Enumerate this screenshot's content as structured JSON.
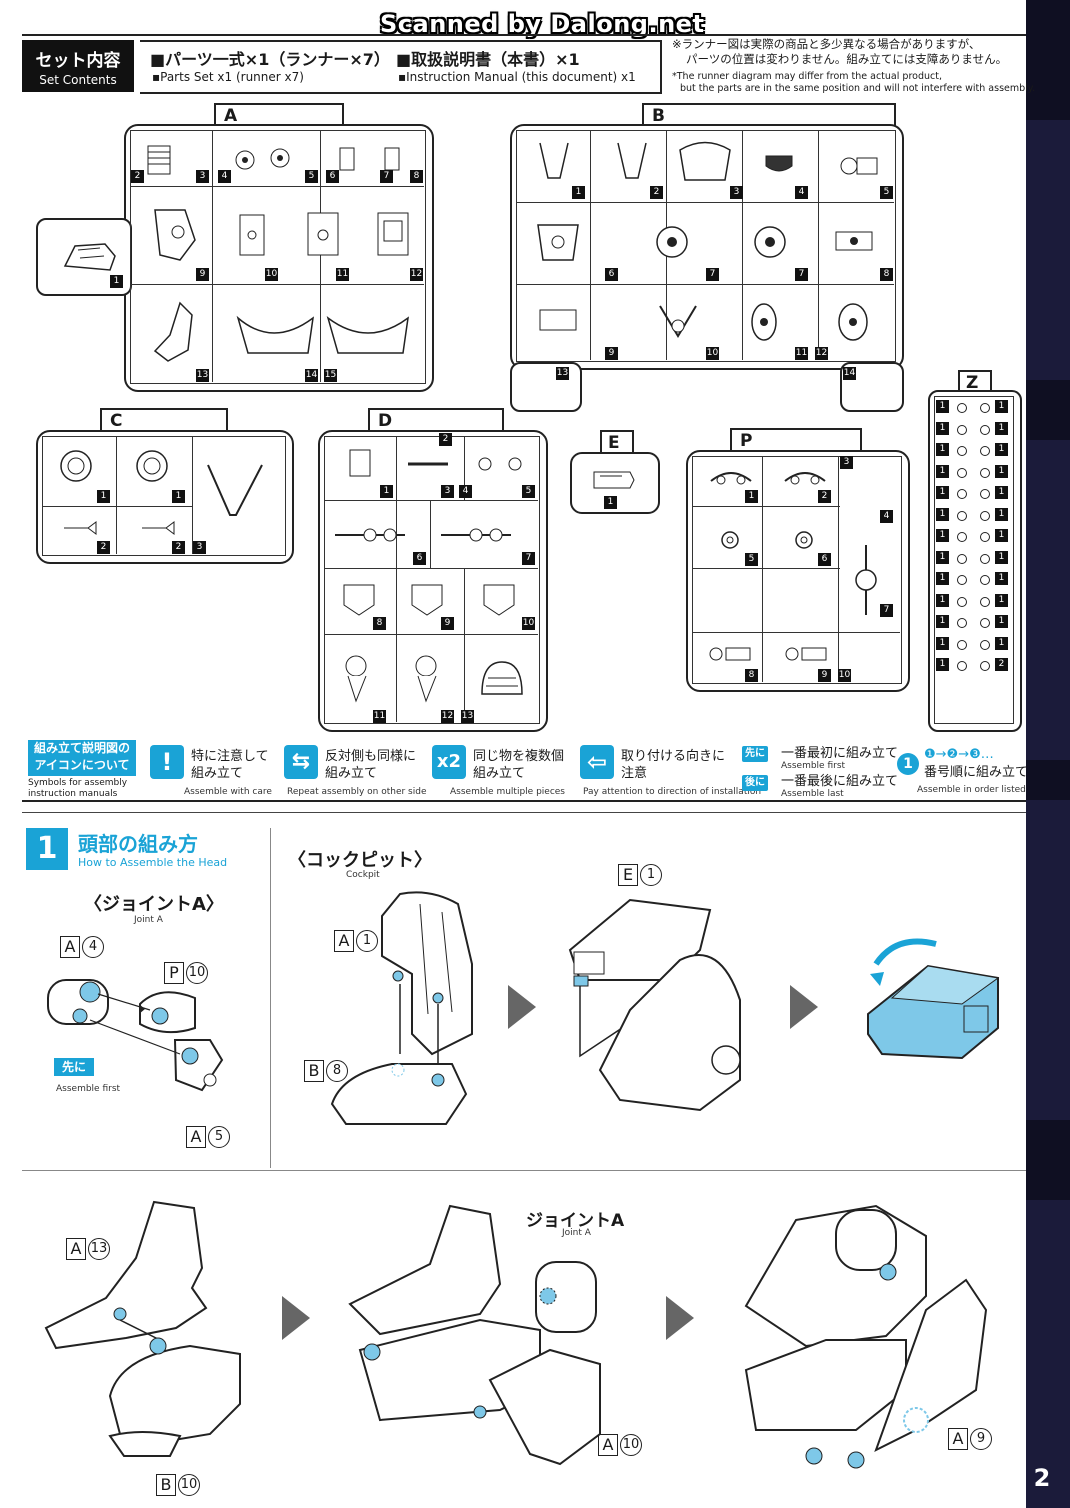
{
  "watermark": "Scanned by Dalong.net",
  "set_contents": {
    "title_jp": "セット内容",
    "title_en": "Set Contents",
    "item1_jp": "■パーツ一式×1（ランナー×7）",
    "item2_jp": "■取扱説明書（本書）×1",
    "item1_en": "▪Parts Set x1 (runner x7)",
    "item2_en": "▪Instruction Manual (this document) x1",
    "note_jp_1": "※ランナー図は実際の商品と多少異なる場合がありますが、",
    "note_jp_2": "パーツの位置は変わりません。組み立てには支障ありません。",
    "note_en_1": "*The runner diagram may differ from the actual product,",
    "note_en_2": "but the parts are in the same position and will not interfere with assembly."
  },
  "runners": {
    "A": {
      "label": "A",
      "parts": [
        "1",
        "2",
        "3",
        "4",
        "5",
        "6",
        "7",
        "8",
        "9",
        "10",
        "11",
        "12",
        "13",
        "14",
        "15"
      ]
    },
    "B": {
      "label": "B",
      "parts": [
        "1",
        "2",
        "3",
        "4",
        "5",
        "6",
        "7",
        "7",
        "8",
        "9",
        "10",
        "11",
        "12",
        "13",
        "14"
      ]
    },
    "C": {
      "label": "C",
      "parts": [
        "1",
        "1",
        "2",
        "2",
        "3"
      ]
    },
    "D": {
      "label": "D",
      "parts": [
        "1",
        "2",
        "3",
        "4",
        "5",
        "6",
        "7",
        "8",
        "9",
        "10",
        "11",
        "12",
        "13"
      ]
    },
    "E": {
      "label": "E",
      "parts": [
        "1"
      ]
    },
    "P": {
      "label": "P",
      "parts": [
        "1",
        "2",
        "3",
        "4",
        "5",
        "6",
        "7",
        "8",
        "9",
        "10"
      ]
    },
    "Z": {
      "label": "Z",
      "parts": [
        "1",
        "1",
        "1",
        "1",
        "1",
        "1",
        "1",
        "1",
        "1",
        "1",
        "1",
        "1",
        "1",
        "1",
        "1",
        "1",
        "1",
        "1",
        "1",
        "1",
        "1",
        "1",
        "1",
        "1",
        "1",
        "2"
      ]
    }
  },
  "legend": {
    "title_jp_1": "組み立て説明図の",
    "title_jp_2": "アイコンについて",
    "title_en_1": "Symbols for assembly",
    "title_en_2": "instruction manuals",
    "items": [
      {
        "icon": "!",
        "jp1": "特に注意して",
        "jp2": "組み立て",
        "en": "Assemble with care"
      },
      {
        "icon": "⇆",
        "jp1": "反対側も同様に",
        "jp2": "組み立て",
        "en": "Repeat assembly on other side"
      },
      {
        "icon": "x2",
        "jp1": "同じ物を複数個",
        "jp2": "組み立て",
        "en": "Assemble multiple pieces"
      },
      {
        "icon": "⇦",
        "jp1": "取り付ける向きに",
        "jp2": "注意",
        "en": "Pay attention to direction of installation"
      }
    ],
    "first_tag": "先に",
    "first_jp": "一番最初に組み立て",
    "first_en": "Assemble first",
    "last_tag": "後に",
    "last_jp": "一番最後に組み立て",
    "last_en": "Assemble last",
    "order_badge": "1",
    "order_seq": "❶→❷→❸…",
    "order_jp": "番号順に組み立て",
    "order_en": "Assemble in order listed"
  },
  "step1": {
    "number": "1",
    "title_jp": "頭部の組み方",
    "title_en": "How to Assemble the Head",
    "joint_a_jp": "〈ジョイントA〉",
    "joint_a_en": "Joint A",
    "cockpit_jp": "〈コックピット〉",
    "cockpit_en": "Cockpit",
    "assemble_first_tag": "先に",
    "assemble_first_en": "Assemble first",
    "joint_a2_jp": "ジョイントA",
    "joint_a2_en": "Joint A",
    "callouts": {
      "a4": {
        "runner": "A",
        "num": "4"
      },
      "p10": {
        "runner": "P",
        "num": "10"
      },
      "a5": {
        "runner": "A",
        "num": "5"
      },
      "a1": {
        "runner": "A",
        "num": "1"
      },
      "b8": {
        "runner": "B",
        "num": "8"
      },
      "e1": {
        "runner": "E",
        "num": "1"
      },
      "a13": {
        "runner": "A",
        "num": "13"
      },
      "b10": {
        "runner": "B",
        "num": "10"
      },
      "a10": {
        "runner": "A",
        "num": "10"
      },
      "a9": {
        "runner": "A",
        "num": "9"
      }
    }
  },
  "page_number": "2",
  "colors": {
    "accent": "#1aa3d6",
    "ink": "#1a1a1a",
    "edge": "#1b1b3a"
  }
}
